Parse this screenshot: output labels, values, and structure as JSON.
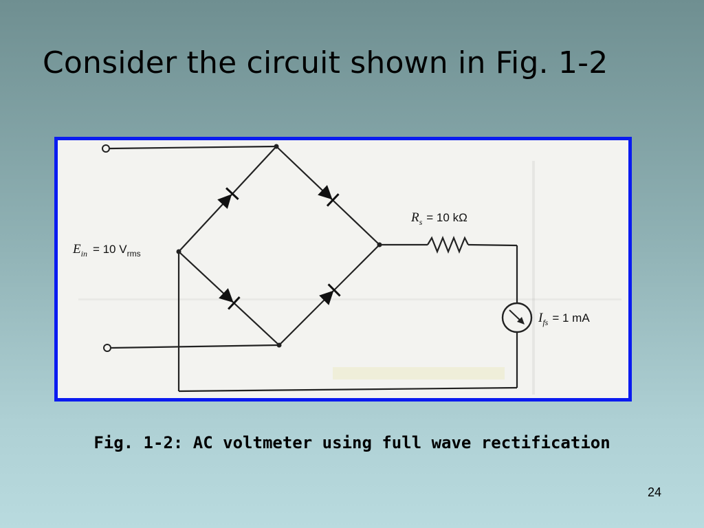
{
  "slide": {
    "title": "Consider the circuit shown in Fig. 1-2",
    "caption": "Fig. 1-2: AC voltmeter using full wave rectification",
    "page_number": "24"
  },
  "circuit": {
    "input_label_main": "E",
    "input_label_sub": "in",
    "input_value_main": "= 10 V",
    "input_value_sub": "rms",
    "resistor_label_main": "R",
    "resistor_label_sub": "s",
    "resistor_value": "= 10 kΩ",
    "meter_label_main": "I",
    "meter_label_sub": "fs",
    "meter_value": "= 1 mA"
  },
  "colors": {
    "frame_border": "#0a1bf0",
    "figure_background": "#f3f3f0"
  }
}
